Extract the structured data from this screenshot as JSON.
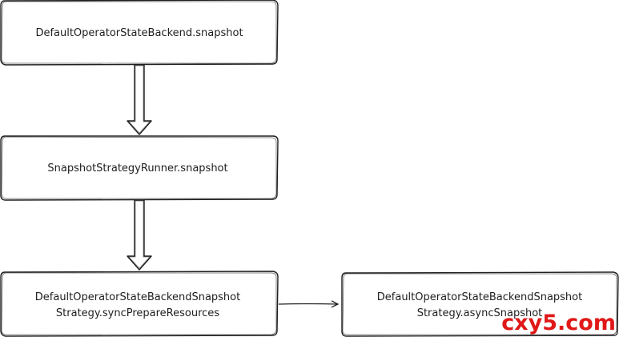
{
  "diagram": {
    "nodes": [
      {
        "id": "n1",
        "lines": [
          "DefaultOperatorStateBackend.snapshot"
        ]
      },
      {
        "id": "n2",
        "lines": [
          "SnapshotStrategyRunner.snapshot"
        ]
      },
      {
        "id": "n3",
        "lines": [
          "DefaultOperatorStateBackendSnapshot",
          "Strategy.syncPrepareResources"
        ]
      },
      {
        "id": "n4",
        "lines": [
          "DefaultOperatorStateBackendSnapshot",
          "Strategy.asyncSnapshot"
        ]
      }
    ],
    "edges": [
      {
        "from": "n1",
        "to": "n2",
        "style": "hollow-block-arrow"
      },
      {
        "from": "n2",
        "to": "n3",
        "style": "hollow-block-arrow"
      },
      {
        "from": "n3",
        "to": "n4",
        "style": "thin-arrow"
      }
    ]
  },
  "watermark": {
    "text": "cxy5.com",
    "color": "#e01818"
  }
}
